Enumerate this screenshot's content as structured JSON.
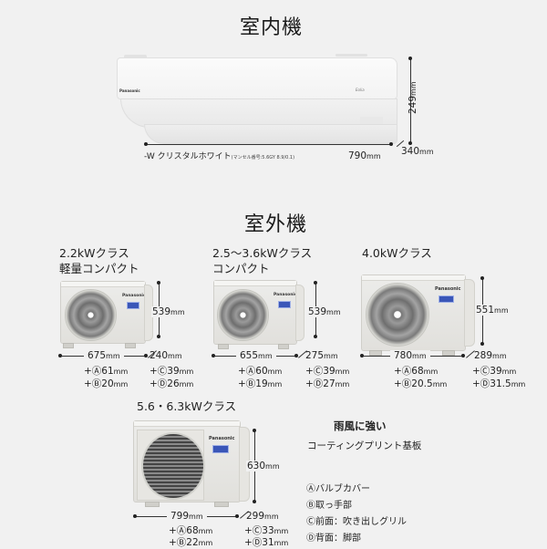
{
  "indoor": {
    "title": "室内機",
    "brand": "Panasonic",
    "model_logo": "Eolia",
    "color_label": "-W クリスタルホワイト",
    "munsell": "(マンセル番号:5.6GY 8.9/0.1)",
    "width": "790",
    "height": "249",
    "depth": "340",
    "unit": "mm"
  },
  "outdoor": {
    "title": "室外機",
    "units": [
      {
        "class_line1": "2.2kWクラス",
        "class_line2": "軽量コンパクト",
        "width": "675",
        "height": "539",
        "depth": "240",
        "a": "+Ⓐ61",
        "b": "+Ⓑ20",
        "c": "+Ⓒ39",
        "d": "+Ⓓ26"
      },
      {
        "class_line1": "2.5〜3.6kWクラス",
        "class_line2": "コンパクト",
        "width": "655",
        "height": "539",
        "depth": "275",
        "a": "+Ⓐ60",
        "b": "+Ⓑ19",
        "c": "+Ⓒ39",
        "d": "+Ⓓ27"
      },
      {
        "class_line1": "4.0kWクラス",
        "class_line2": "",
        "width": "780",
        "height": "551",
        "depth": "289",
        "a": "+Ⓐ68",
        "b": "+Ⓑ20.5",
        "c": "+Ⓒ39",
        "d": "+Ⓓ31.5"
      },
      {
        "class_line1": "5.6・6.3kWクラス",
        "class_line2": "",
        "width": "799",
        "height": "630",
        "depth": "299",
        "a": "+Ⓐ68",
        "b": "+Ⓑ22",
        "c": "+Ⓒ33",
        "d": "+Ⓓ31"
      }
    ],
    "unit": "mm",
    "brand": "Panasonic"
  },
  "feature": {
    "heading": "雨風に強い",
    "text": "コーティングプリント基板"
  },
  "legend": [
    "Ⓐバルブカバー",
    "Ⓑ取っ手部",
    "Ⓒ前面：吹き出しグリル",
    "Ⓓ背面：脚部"
  ]
}
